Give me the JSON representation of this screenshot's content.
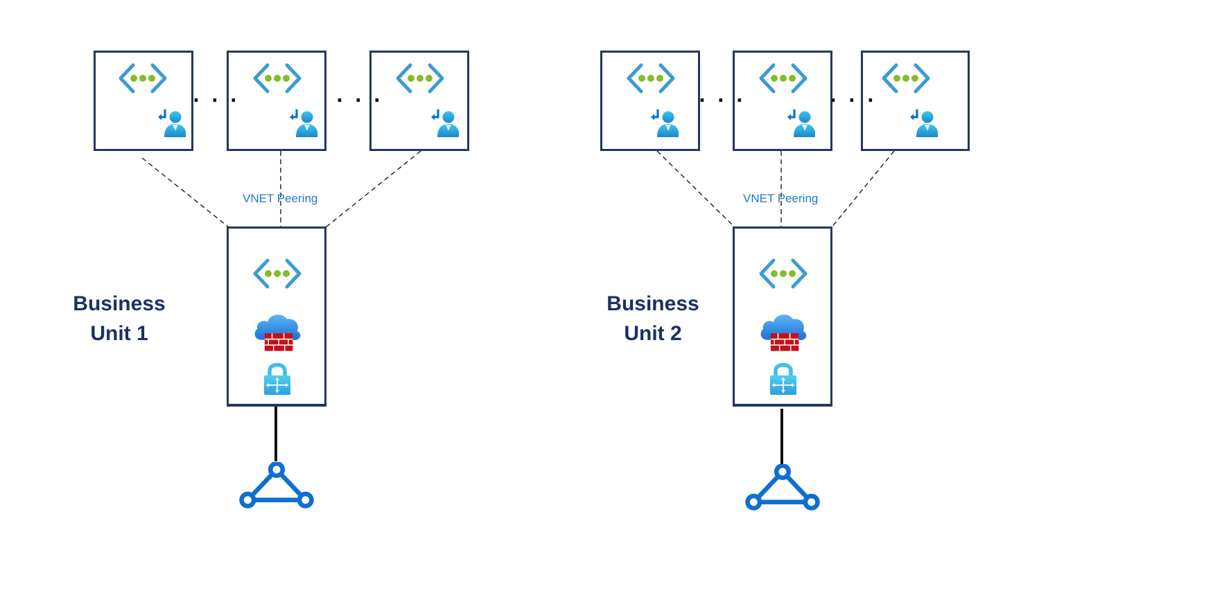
{
  "units": [
    {
      "title_line1": "Business",
      "title_line2": "Unit 1",
      "peering_label": "VNET Peering",
      "ellipsis": [
        ". . .",
        ". . ."
      ],
      "spoke_icons": [
        "vnet-icon",
        "user-identity-icon"
      ],
      "hub_icons": [
        "vnet-icon",
        "firewall-icon",
        "vpn-gateway-icon"
      ],
      "connection_icon": "network-triangle-icon"
    },
    {
      "title_line1": "Business",
      "title_line2": "Unit 2",
      "peering_label": "VNET Peering",
      "ellipsis": [
        ". . .",
        ". . ."
      ],
      "spoke_icons": [
        "vnet-icon",
        "user-identity-icon"
      ],
      "hub_icons": [
        "vnet-icon",
        "firewall-icon",
        "vpn-gateway-icon"
      ],
      "connection_icon": "network-triangle-icon"
    }
  ],
  "colors": {
    "box_border": "#24375c",
    "vnet_chevron": "#3b9bd4",
    "vnet_dots": "#86bb2a",
    "accent_blue": "#0f6fd1",
    "title": "#1b2f66",
    "label": "#1f7ac7"
  }
}
